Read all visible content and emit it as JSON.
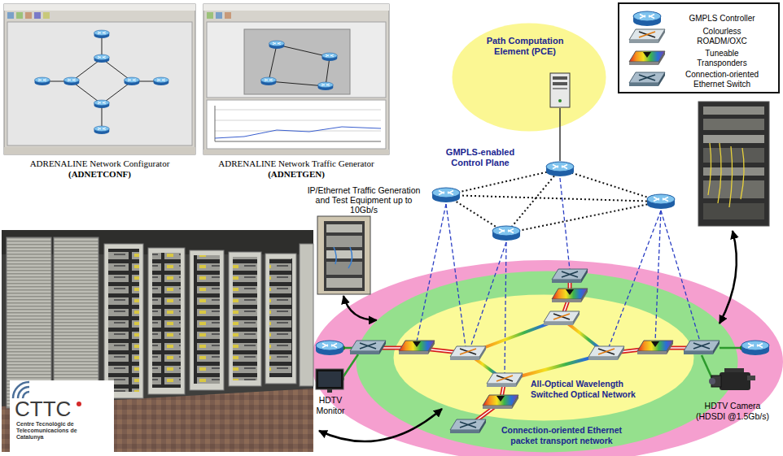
{
  "diagram": {
    "nodes": [
      {
        "text": [
          "ADRENALINE Network Configurator",
          "(ADNETCONF)"
        ]
      },
      {
        "text": [
          "ADRENALINE Network Traffic Generator",
          "(ADNETGEN)"
        ]
      },
      {
        "text": [
          "Path Computation Element (PCE)"
        ]
      },
      {
        "text": [
          "IP/Ethernet Traffic Generation and Test Equipment up to 10Gb/s"
        ]
      },
      {
        "text": [
          "Connection-oriented Ethernet packet transport network"
        ]
      },
      {
        "text": [
          "All-Optical Wavelength Switched Optical Network"
        ],
        "in": 4
      },
      {
        "text": [
          "CTTC",
          "Centre Tecnològic de Telecomunicacions de Catalunya"
        ]
      }
    ],
    "edges": [
      {
        "from": 3,
        "to": 4,
        "arrow": "both"
      }
    ],
    "labels": [
      "GMPLS-enabled Control Plane",
      "HDTV Monitor",
      "HDTV Camera (HDSDI @1.5Gb/s)"
    ],
    "legend": [
      {
        "text": "GMPLS Controller"
      },
      {
        "text": "Colourless ROADM/OXC"
      },
      {
        "text": "Tuneable Transponders"
      },
      {
        "text": "Connection-oriented Ethernet Switch"
      }
    ]
  }
}
